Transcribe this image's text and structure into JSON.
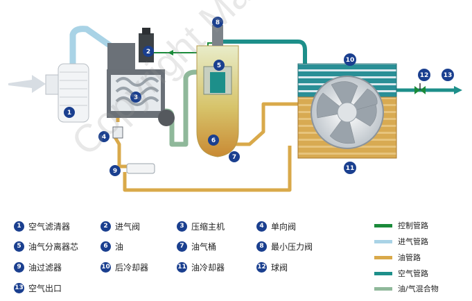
{
  "components": [
    {
      "num": "1",
      "label": "空气滤清器"
    },
    {
      "num": "2",
      "label": "进气阀"
    },
    {
      "num": "3",
      "label": "压缩主机"
    },
    {
      "num": "4",
      "label": "单向阀"
    },
    {
      "num": "5",
      "label": "油气分离器芯"
    },
    {
      "num": "6",
      "label": "油"
    },
    {
      "num": "7",
      "label": "油气桶"
    },
    {
      "num": "8",
      "label": "最小压力阀"
    },
    {
      "num": "9",
      "label": "油过滤器"
    },
    {
      "num": "10",
      "label": "后冷却器"
    },
    {
      "num": "11",
      "label": "油冷却器"
    },
    {
      "num": "12",
      "label": "球阀"
    },
    {
      "num": "13",
      "label": "空气出口"
    }
  ],
  "line_types": [
    {
      "label": "控制管路",
      "color": "#1a8a3a"
    },
    {
      "label": "进气管路",
      "color": "#a9d3e6"
    },
    {
      "label": "油管路",
      "color": "#d9a94a"
    },
    {
      "label": "空气管路",
      "color": "#1d8f8a"
    },
    {
      "label": "油/气混合物",
      "color": "#8fb89a"
    }
  ],
  "watermark": "Copyright Material",
  "colors": {
    "badge": "#1a3f8f",
    "cooler_top": "#2a8f96",
    "cooler_bottom": "#d8aa52"
  }
}
